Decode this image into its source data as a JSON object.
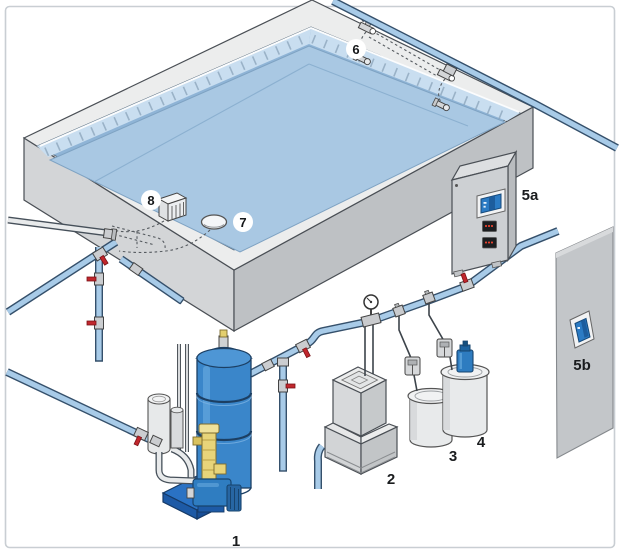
{
  "diagram": {
    "description": "Isometric illustration of a swimming pool water treatment installation",
    "callouts": {
      "c1": "1",
      "c2": "2",
      "c3": "3",
      "c4": "4",
      "c5a": "5a",
      "c5b": "5b",
      "c6": "6",
      "c7": "7",
      "c8": "8"
    },
    "colors": {
      "background": "#ffffff",
      "water": "#a9c8e3",
      "gutter": "#c9def0",
      "concrete_wall": "#d3d5d7",
      "coping": "#eceded",
      "pipe": "#a8cbe8",
      "pipe_outline": "#35506b",
      "equipment_blue": "#3a86ca",
      "base_blue": "#2a72c4",
      "valve_red": "#c1272d",
      "valve_yellow": "#e7d47a",
      "panel_gray": "#cdd0d3",
      "display_blue": "#2b7bc4",
      "display_black": "#1c1e20",
      "digit_red": "#e8432f"
    }
  }
}
